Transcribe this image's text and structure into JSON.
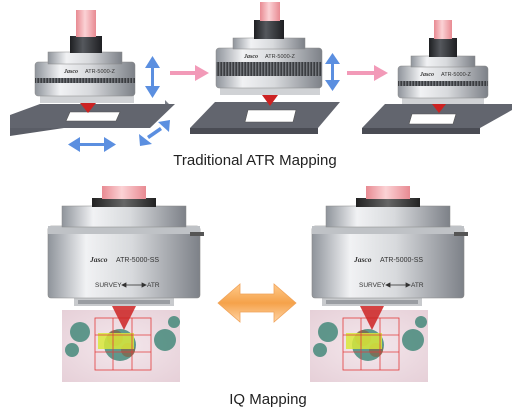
{
  "top": {
    "caption": "Traditional ATR Mapping",
    "units": [
      {
        "brand": "Jasco",
        "model": "ATR-5000-Z"
      },
      {
        "brand": "Jasco",
        "model": "ATR-5000-Z"
      },
      {
        "brand": "Jasco",
        "model": "ATR-5000-Z"
      }
    ]
  },
  "bottom": {
    "caption": "IQ Mapping",
    "units": [
      {
        "brand": "Jasco",
        "model": "ATR-5000-SS",
        "switch_left": "SURVEY",
        "switch_right": "ATR"
      },
      {
        "brand": "Jasco",
        "model": "ATR-5000-SS",
        "switch_left": "SURVEY",
        "switch_right": "ATR"
      }
    ]
  },
  "colors": {
    "blue_arrow": "#5b8fe0",
    "pink_arrow": "#f29ab8",
    "orange_arrow": "#f5a24a",
    "tip_red": "#cc2222",
    "stage_gray": "#5a5d66"
  }
}
